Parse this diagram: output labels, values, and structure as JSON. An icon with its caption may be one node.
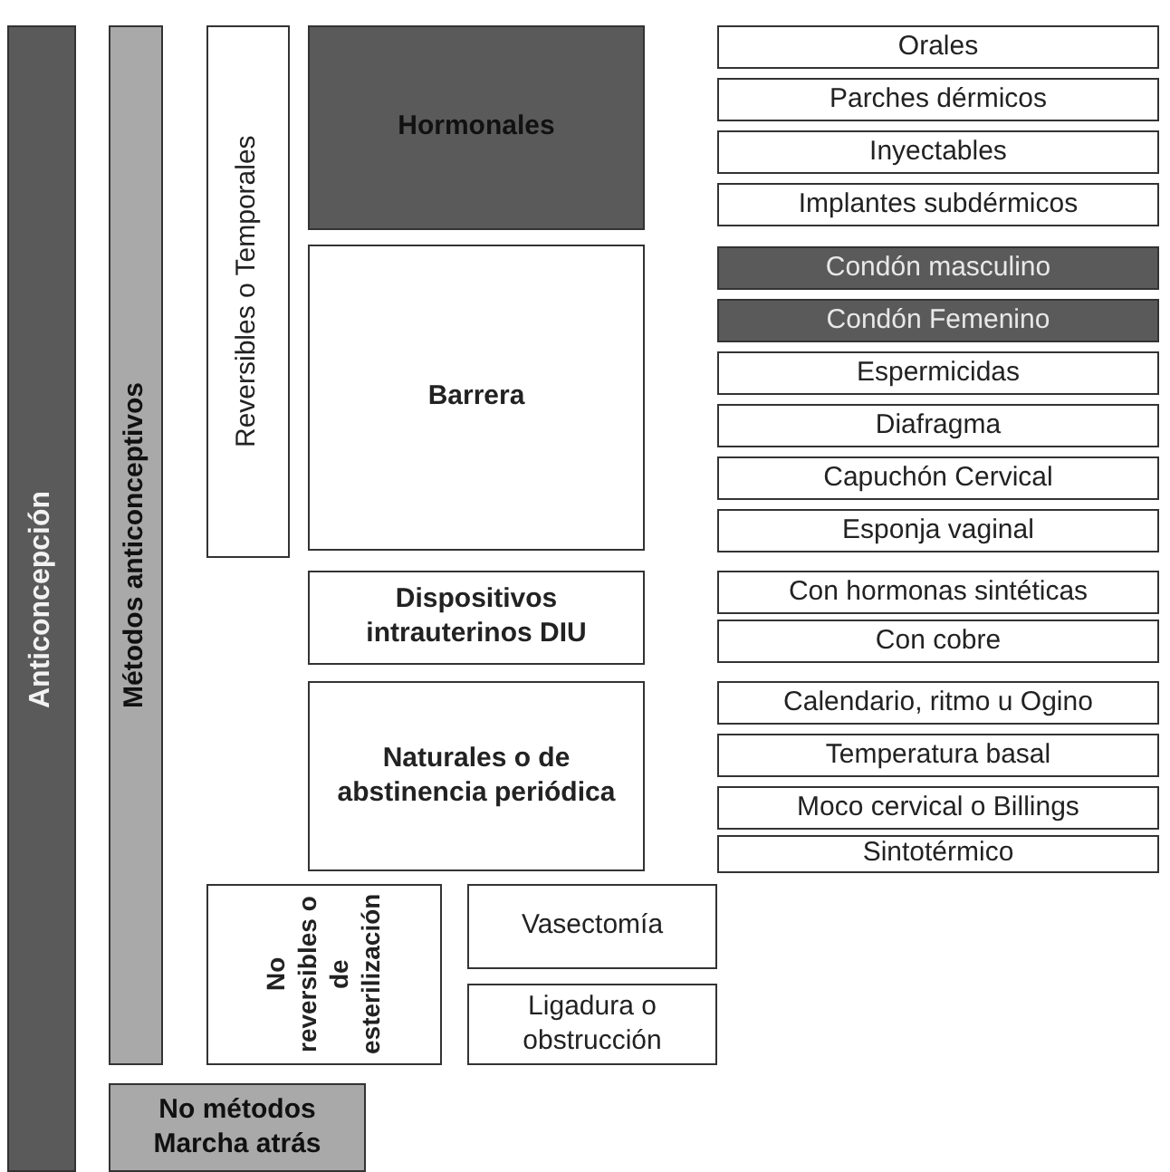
{
  "diagram": {
    "nodes": [
      {
        "text": [
          "Anticoncepción"
        ]
      },
      {
        "text": [
          "Métodos anticonceptivos"
        ]
      },
      {
        "text": [
          "Reversibles o Temporales"
        ]
      },
      {
        "text": [
          "Hormonales"
        ]
      },
      {
        "text": [
          "Orales"
        ]
      },
      {
        "text": [
          "Parches dérmicos"
        ]
      },
      {
        "text": [
          "Inyectables"
        ]
      },
      {
        "text": [
          "Implantes subdérmicos"
        ]
      },
      {
        "text": [
          "Barrera"
        ]
      },
      {
        "text": [
          "Condón masculino"
        ]
      },
      {
        "text": [
          "Condón Femenino"
        ]
      },
      {
        "text": [
          "Espermicidas"
        ]
      },
      {
        "text": [
          "Diafragma"
        ]
      },
      {
        "text": [
          "Capuchón Cervical"
        ]
      },
      {
        "text": [
          "Esponja vaginal"
        ]
      },
      {
        "text": [
          "Dispositivos intrauterinos DIU"
        ]
      },
      {
        "text": [
          "Con hormonas sintéticas"
        ]
      },
      {
        "text": [
          "Con cobre"
        ]
      },
      {
        "text": [
          "Naturales o de abstinencia periódica"
        ]
      },
      {
        "text": [
          "Calendario, ritmo u Ogino"
        ]
      },
      {
        "text": [
          "Temperatura basal"
        ]
      },
      {
        "text": [
          "Moco cervical o Billings"
        ]
      },
      {
        "text": [
          "Sintotérmico"
        ]
      },
      {
        "text": [
          "No reversibles o de esterilización"
        ]
      },
      {
        "text": [
          "Vasectomía"
        ]
      },
      {
        "text": [
          "Ligadura o obstrucción"
        ]
      },
      {
        "text": [
          "No métodos Marcha atrás"
        ]
      }
    ]
  }
}
